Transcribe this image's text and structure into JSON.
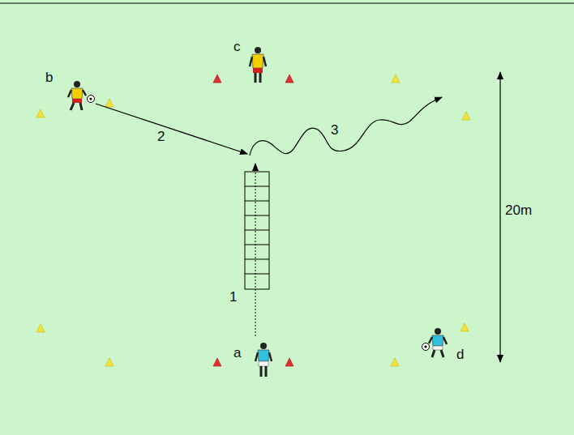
{
  "diagram": {
    "labels": [
      "b",
      "c",
      "2",
      "3",
      "20m",
      "1",
      "a",
      "d"
    ]
  }
}
